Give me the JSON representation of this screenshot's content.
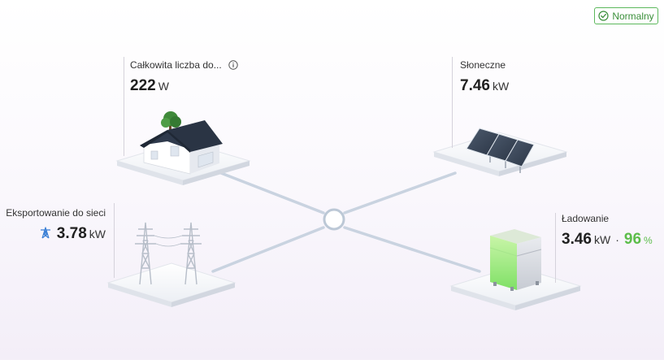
{
  "status": {
    "label": "Normalny",
    "color": "#5cb85c",
    "icon": "check-circle-icon"
  },
  "home": {
    "caption": "Całkowita liczba do...",
    "value": "222",
    "unit": "W",
    "icon": "info-icon"
  },
  "solar": {
    "caption": "Słoneczne",
    "value": "7.46",
    "unit": "kW"
  },
  "grid": {
    "caption": "Eksportowanie do sieci",
    "value": "3.78",
    "unit": "kW",
    "icon": "transmission-tower-icon",
    "icon_color": "#3a7fd5"
  },
  "battery": {
    "caption": "Ładowanie",
    "value": "3.46",
    "unit": "kW",
    "separator": "·",
    "soc": "96",
    "soc_unit": "%",
    "soc_fraction": 0.96,
    "soc_color": "#5cbd4a"
  },
  "colors": {
    "flow_line": "#c9d3e0",
    "hub_ring": "#bcc8d6",
    "platform": "#eef0f4"
  }
}
